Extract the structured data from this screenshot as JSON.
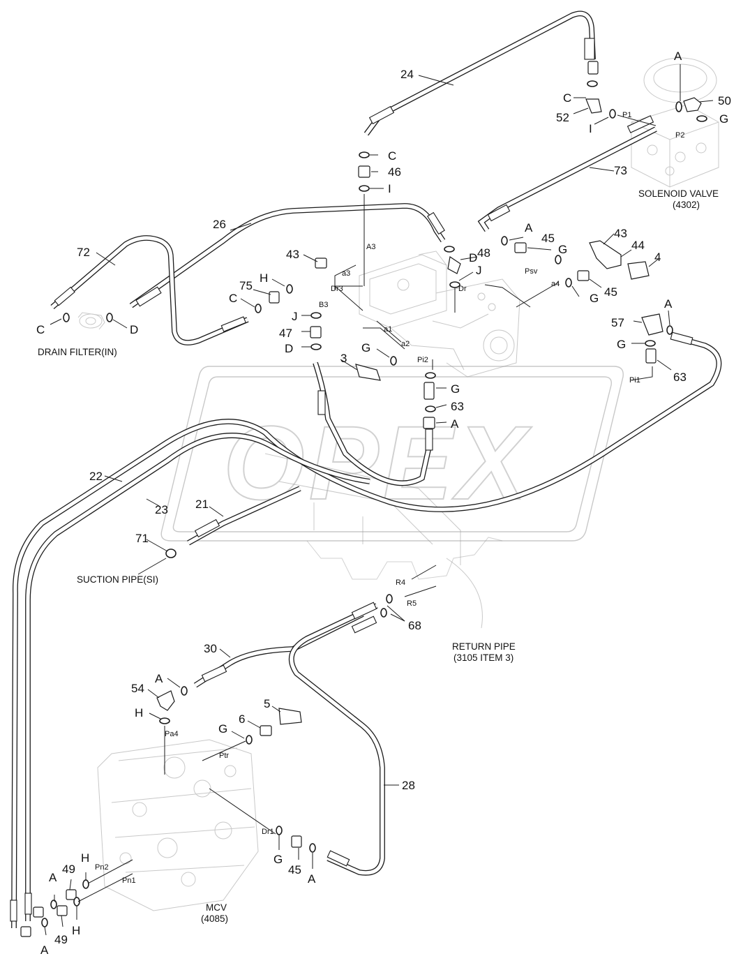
{
  "watermark": {
    "text": "OPEX"
  },
  "captions": {
    "solenoid_valve": [
      "SOLENOID VALVE",
      "(4302)"
    ],
    "drain_filter": [
      "DRAIN FILTER(IN)"
    ],
    "suction_pipe": [
      "SUCTION PIPE(SI)"
    ],
    "return_pipe": [
      "RETURN PIPE",
      "(3105 ITEM 3)"
    ],
    "mcv": [
      "MCV",
      "(4085)"
    ]
  },
  "part_numbers": [
    "24",
    "52",
    "50",
    "73",
    "46",
    "26",
    "72",
    "43",
    "75",
    "47",
    "48",
    "45",
    "44",
    "4",
    "57",
    "63",
    "3",
    "22",
    "23",
    "21",
    "71",
    "68",
    "30",
    "54",
    "5",
    "6",
    "28",
    "49"
  ],
  "callouts": [
    {
      "id": "p24",
      "text": "24"
    },
    {
      "id": "pC1",
      "text": "C"
    },
    {
      "id": "p52",
      "text": "52"
    },
    {
      "id": "pA1",
      "text": "A"
    },
    {
      "id": "p50",
      "text": "50"
    },
    {
      "id": "pI1",
      "text": "I"
    },
    {
      "id": "pG1",
      "text": "G"
    },
    {
      "id": "p73",
      "text": "73"
    },
    {
      "id": "pC2",
      "text": "C"
    },
    {
      "id": "p46",
      "text": "46"
    },
    {
      "id": "pI2",
      "text": "I"
    },
    {
      "id": "p26",
      "text": "26"
    },
    {
      "id": "p72",
      "text": "72"
    },
    {
      "id": "pC3",
      "text": "C"
    },
    {
      "id": "pD1",
      "text": "D"
    },
    {
      "id": "p43a",
      "text": "43"
    },
    {
      "id": "pH1",
      "text": "H"
    },
    {
      "id": "p75",
      "text": "75"
    },
    {
      "id": "pC4",
      "text": "C"
    },
    {
      "id": "pJ1",
      "text": "J"
    },
    {
      "id": "p47",
      "text": "47"
    },
    {
      "id": "pD2",
      "text": "D"
    },
    {
      "id": "pD3",
      "text": "D"
    },
    {
      "id": "p48",
      "text": "48"
    },
    {
      "id": "pJ2",
      "text": "J"
    },
    {
      "id": "pA2",
      "text": "A"
    },
    {
      "id": "p45a",
      "text": "45"
    },
    {
      "id": "pG2",
      "text": "G"
    },
    {
      "id": "p43b",
      "text": "43"
    },
    {
      "id": "p44",
      "text": "44"
    },
    {
      "id": "p4",
      "text": "4"
    },
    {
      "id": "pG3",
      "text": "G"
    },
    {
      "id": "p45b",
      "text": "45"
    },
    {
      "id": "pA3",
      "text": "A"
    },
    {
      "id": "p57",
      "text": "57"
    },
    {
      "id": "pG4",
      "text": "G"
    },
    {
      "id": "p63a",
      "text": "63"
    },
    {
      "id": "pG5",
      "text": "G"
    },
    {
      "id": "p3",
      "text": "3"
    },
    {
      "id": "pG6",
      "text": "G"
    },
    {
      "id": "p63b",
      "text": "63"
    },
    {
      "id": "pA4",
      "text": "A"
    },
    {
      "id": "p22",
      "text": "22"
    },
    {
      "id": "p23",
      "text": "23"
    },
    {
      "id": "p21",
      "text": "21"
    },
    {
      "id": "p71",
      "text": "71"
    },
    {
      "id": "p68",
      "text": "68"
    },
    {
      "id": "p30",
      "text": "30"
    },
    {
      "id": "pA5",
      "text": "A"
    },
    {
      "id": "p54",
      "text": "54"
    },
    {
      "id": "pH2",
      "text": "H"
    },
    {
      "id": "p5",
      "text": "5"
    },
    {
      "id": "p6",
      "text": "6"
    },
    {
      "id": "pG7",
      "text": "G"
    },
    {
      "id": "p28",
      "text": "28"
    },
    {
      "id": "pG8",
      "text": "G"
    },
    {
      "id": "p45c",
      "text": "45"
    },
    {
      "id": "pA6",
      "text": "A"
    },
    {
      "id": "pH3",
      "text": "H"
    },
    {
      "id": "p49a",
      "text": "49"
    },
    {
      "id": "pA7",
      "text": "A"
    },
    {
      "id": "pA8",
      "text": "A"
    },
    {
      "id": "p49b",
      "text": "49"
    },
    {
      "id": "pH4",
      "text": "H"
    }
  ],
  "port_labels": [
    {
      "id": "P1",
      "text": "P1"
    },
    {
      "id": "P2",
      "text": "P2"
    },
    {
      "id": "A3",
      "text": "A3"
    },
    {
      "id": "a3",
      "text": "a3"
    },
    {
      "id": "Dr3",
      "text": "Dr3"
    },
    {
      "id": "B3",
      "text": "B3"
    },
    {
      "id": "Dr",
      "text": "Dr"
    },
    {
      "id": "Psv",
      "text": "Psv"
    },
    {
      "id": "a4",
      "text": "a4"
    },
    {
      "id": "a1",
      "text": "a1"
    },
    {
      "id": "a2",
      "text": "a2"
    },
    {
      "id": "Pi2",
      "text": "Pi2"
    },
    {
      "id": "Pi1",
      "text": "Pi1"
    },
    {
      "id": "R4",
      "text": "R4"
    },
    {
      "id": "R5",
      "text": "R5"
    },
    {
      "id": "Pa4",
      "text": "Pa4"
    },
    {
      "id": "Ptr",
      "text": "Ptr"
    },
    {
      "id": "Dr1",
      "text": "Dr1"
    },
    {
      "id": "Pn2",
      "text": "Pn2"
    },
    {
      "id": "Pn1",
      "text": "Pn1"
    }
  ],
  "colors": {
    "line": "#1a1a1a",
    "ghost": "#c8c8c8",
    "watermark": "#9a9a9a",
    "background": "#ffffff"
  }
}
